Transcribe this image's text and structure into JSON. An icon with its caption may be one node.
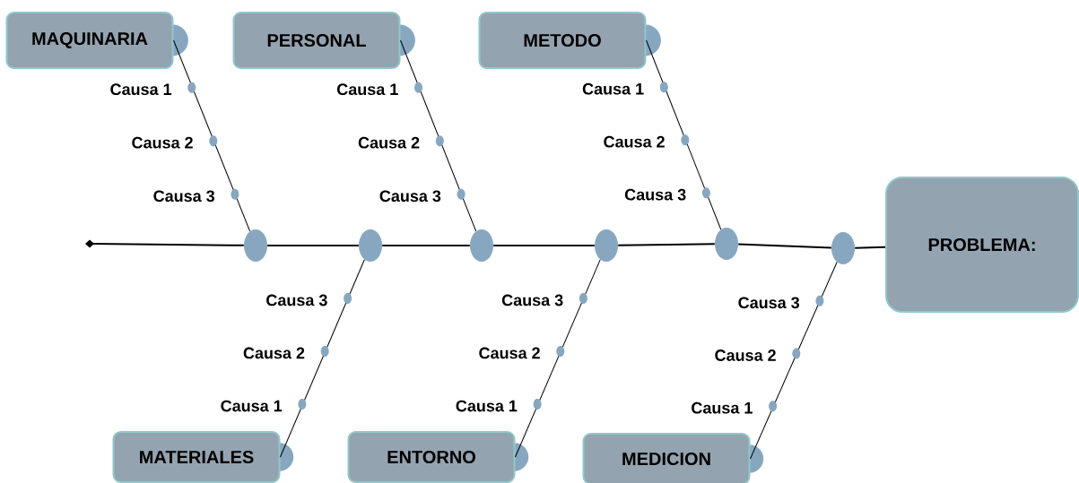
{
  "diagram": {
    "nodes": [
      {
        "text": [
          "MAQUINARIA"
        ]
      },
      {
        "text": [
          "PERSONAL"
        ]
      },
      {
        "text": [
          "METODO"
        ]
      },
      {
        "text": [],
        "shape": "circle"
      },
      {
        "text": [],
        "shape": "circle"
      },
      {
        "text": [],
        "shape": "circle"
      },
      {
        "text": [],
        "shape": "circle"
      },
      {
        "text": [],
        "shape": "circle"
      },
      {
        "text": [],
        "shape": "circle"
      },
      {
        "text": [
          "PROBLEMA:"
        ]
      },
      {
        "text": [
          "MATERIALES"
        ]
      },
      {
        "text": [
          "ENTORNO"
        ]
      },
      {
        "text": [
          "MEDICION"
        ]
      }
    ],
    "edges": [
      {
        "from": null,
        "to": 3,
        "arrow": "other"
      },
      {
        "from": 3,
        "to": 4,
        "arrow": "none"
      },
      {
        "from": 4,
        "to": 5,
        "arrow": "none"
      },
      {
        "from": 5,
        "to": 6,
        "arrow": "none"
      },
      {
        "from": 6,
        "to": 7,
        "arrow": "none"
      },
      {
        "from": 7,
        "to": 8,
        "arrow": "none"
      },
      {
        "from": 8,
        "to": 9,
        "arrow": "none"
      },
      {
        "from": 0,
        "to": 3,
        "arrow": "none"
      },
      {
        "from": 1,
        "to": 5,
        "arrow": "none"
      },
      {
        "from": 2,
        "to": 7,
        "arrow": "none"
      },
      {
        "from": 10,
        "to": 4,
        "arrow": "none"
      },
      {
        "from": 11,
        "to": 6,
        "arrow": "none"
      },
      {
        "from": 12,
        "to": 8,
        "arrow": "none"
      }
    ],
    "labels": [
      "Causa 1",
      "Causa 2",
      "Causa 3",
      "Causa 1",
      "Causa 2",
      "Causa 3",
      "Causa 1",
      "Causa 2",
      "Causa 3",
      "Causa 3",
      "Causa 2",
      "Causa 1",
      "Causa 3",
      "Causa 2",
      "Causa 1",
      "Causa 3",
      "Causa 2",
      "Causa 1"
    ]
  }
}
